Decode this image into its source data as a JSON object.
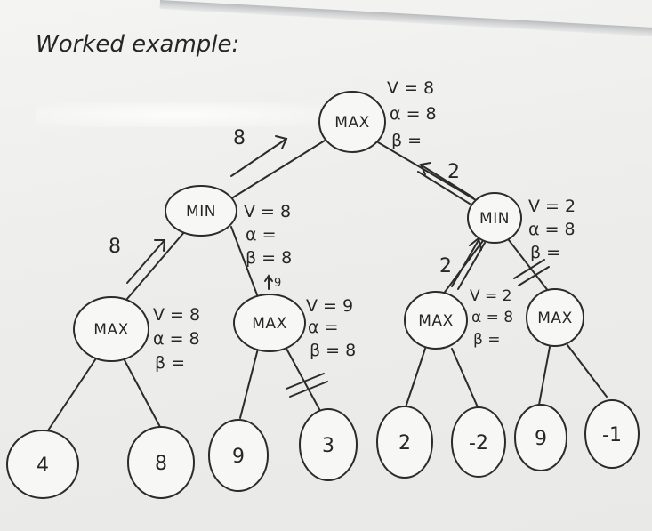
{
  "title": "Worked example:",
  "nodes": {
    "root": {
      "label": "MAX",
      "v": "V = 8",
      "alpha": "α = 8",
      "beta": "β ="
    },
    "min_left": {
      "label": "MIN",
      "v": "V = 8",
      "alpha": "α =",
      "beta": "β = 8"
    },
    "min_right": {
      "label": "MIN",
      "v": "V = 2",
      "alpha": "α = 8",
      "beta": "β ="
    },
    "max_ll": {
      "label": "MAX",
      "v": "V = 8",
      "alpha": "α = 8",
      "beta": "β ="
    },
    "max_lr": {
      "label": "MAX",
      "v": "V = 9",
      "alpha": "α =",
      "beta": "β = 8"
    },
    "max_rl": {
      "label": "MAX",
      "v": "V = 2",
      "alpha": "α = 8",
      "beta": "β ="
    },
    "max_rr": {
      "label": "MAX"
    }
  },
  "leaves": [
    "4",
    "8",
    "9",
    "3",
    "2",
    "-2",
    "9",
    "-1"
  ],
  "edge_values": {
    "root_left": "8",
    "min_left_up": "8",
    "max_lr_up": "9",
    "root_right": "2",
    "min_right_up": "2"
  }
}
